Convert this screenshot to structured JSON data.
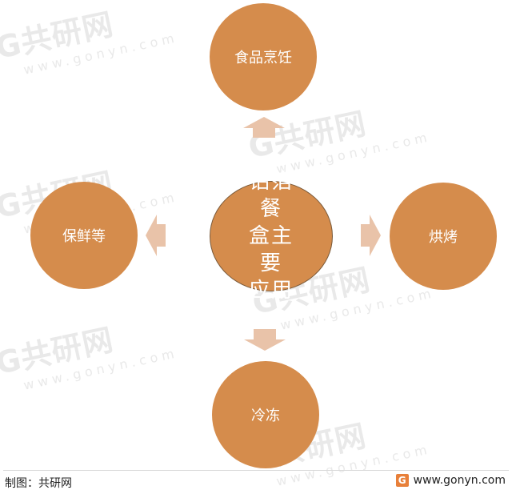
{
  "center": {
    "label_lines": [
      "铝箔餐",
      "盒主要",
      "应用"
    ]
  },
  "nodes": {
    "top": "食品烹饪",
    "right": "烘烤",
    "bottom": "冷冻",
    "left": "保鲜等"
  },
  "watermark": {
    "text": "共研网",
    "url_text": "www.gonyn.com"
  },
  "footer": {
    "credit": "制图：共研网",
    "site": "www.gonyn.com",
    "logo_letter": "G"
  },
  "colors": {
    "circle": "#d58c4c",
    "arrow": "#e9c3a9"
  }
}
